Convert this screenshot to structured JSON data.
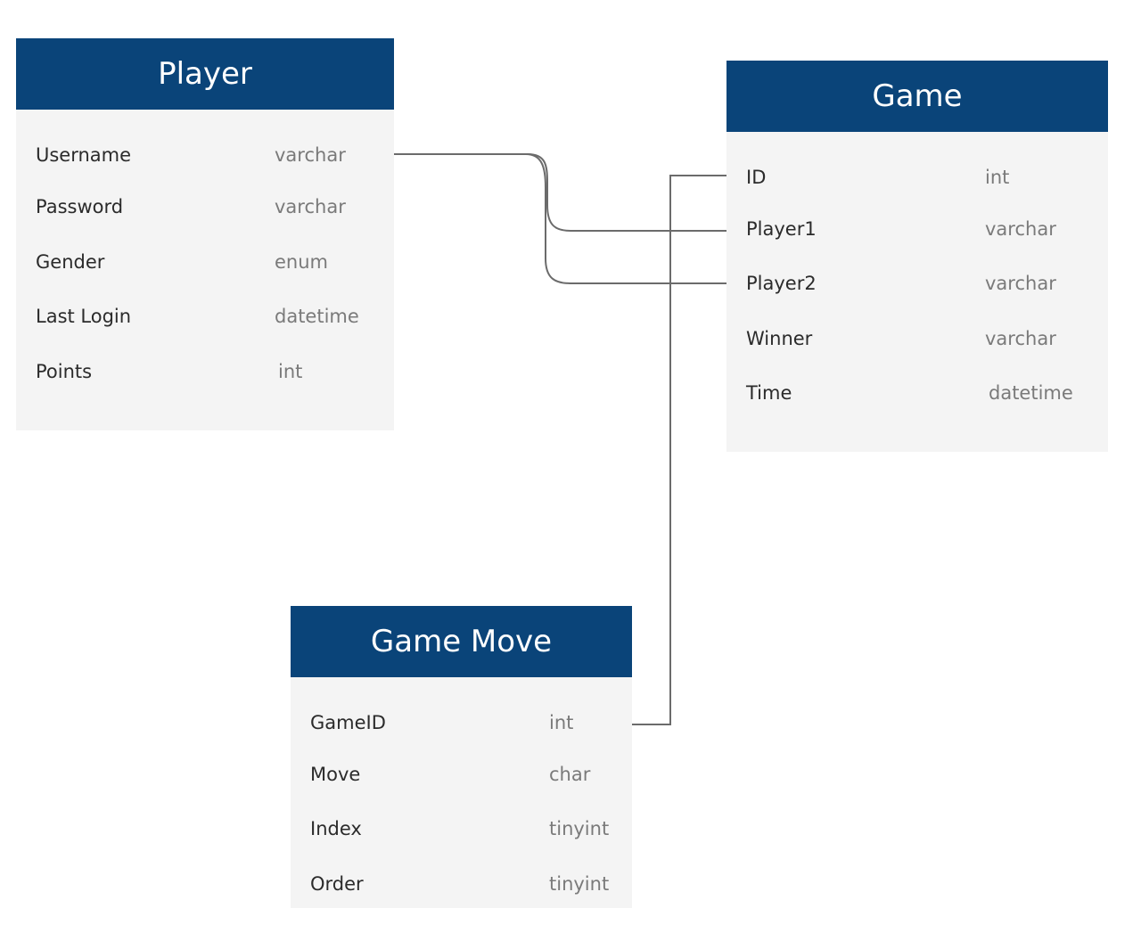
{
  "tables": {
    "player": {
      "title": "Player",
      "fields": [
        {
          "name": "Username",
          "type": "varchar"
        },
        {
          "name": "Password",
          "type": "varchar"
        },
        {
          "name": "Gender",
          "type": "enum"
        },
        {
          "name": "Last Login",
          "type": "datetime"
        },
        {
          "name": "Points",
          "type": "int"
        }
      ]
    },
    "game": {
      "title": "Game",
      "fields": [
        {
          "name": "ID",
          "type": "int"
        },
        {
          "name": "Player1",
          "type": "varchar"
        },
        {
          "name": "Player2",
          "type": "varchar"
        },
        {
          "name": "Winner",
          "type": "varchar"
        },
        {
          "name": "Time",
          "type": "datetime"
        }
      ]
    },
    "game_move": {
      "title": "Game Move",
      "fields": [
        {
          "name": "GameID",
          "type": "int"
        },
        {
          "name": "Move",
          "type": "char"
        },
        {
          "name": "Index",
          "type": "tinyint"
        },
        {
          "name": "Order",
          "type": "tinyint"
        }
      ]
    }
  },
  "relationships": [
    {
      "from": "Player.Username",
      "to": "Game.Player1"
    },
    {
      "from": "Player.Username",
      "to": "Game.Player2"
    },
    {
      "from": "Game Move.GameID",
      "to": "Game.ID"
    }
  ],
  "colors": {
    "header_bg": "#0a4479",
    "header_text": "#ffffff",
    "body_bg": "#f4f4f4",
    "connector": "#6b6b6b"
  }
}
